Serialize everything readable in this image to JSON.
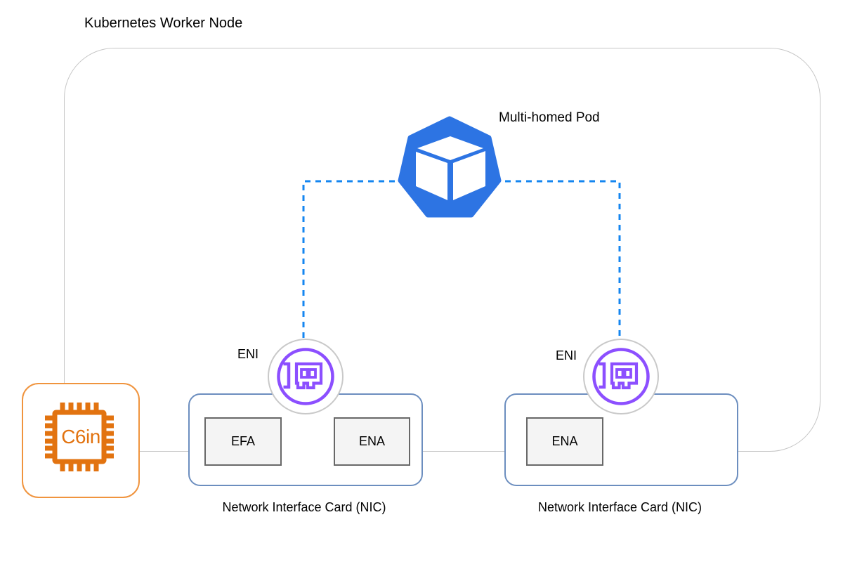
{
  "diagram": {
    "title": "Kubernetes Worker Node",
    "pod": {
      "label": "Multi-homed Pod",
      "icon": "kubernetes-pod-icon"
    },
    "eni_left": {
      "label": "ENI",
      "icon": "elastic-network-interface-icon"
    },
    "eni_right": {
      "label": "ENI",
      "icon": "elastic-network-interface-icon"
    },
    "instance": {
      "label": "C6in",
      "icon": "ec2-instance-chip-icon"
    },
    "nic_left": {
      "label": "Network Interface Card (NIC)",
      "adapters": [
        "EFA",
        "ENA"
      ]
    },
    "nic_right": {
      "label": "Network Interface Card (NIC)",
      "adapters": [
        "ENA"
      ]
    },
    "colors": {
      "pod_blue": "#2d74e3",
      "connector_blue": "#1486f0",
      "eni_purple": "#8c4fff",
      "instance_orange": "#e27310",
      "instance_border_orange": "#f0943e",
      "nic_border_blue": "#6c8ebf",
      "adapter_fill_gray": "#f4f4f4",
      "adapter_border_gray": "#686868",
      "node_border_gray": "#c6c6c6"
    }
  }
}
